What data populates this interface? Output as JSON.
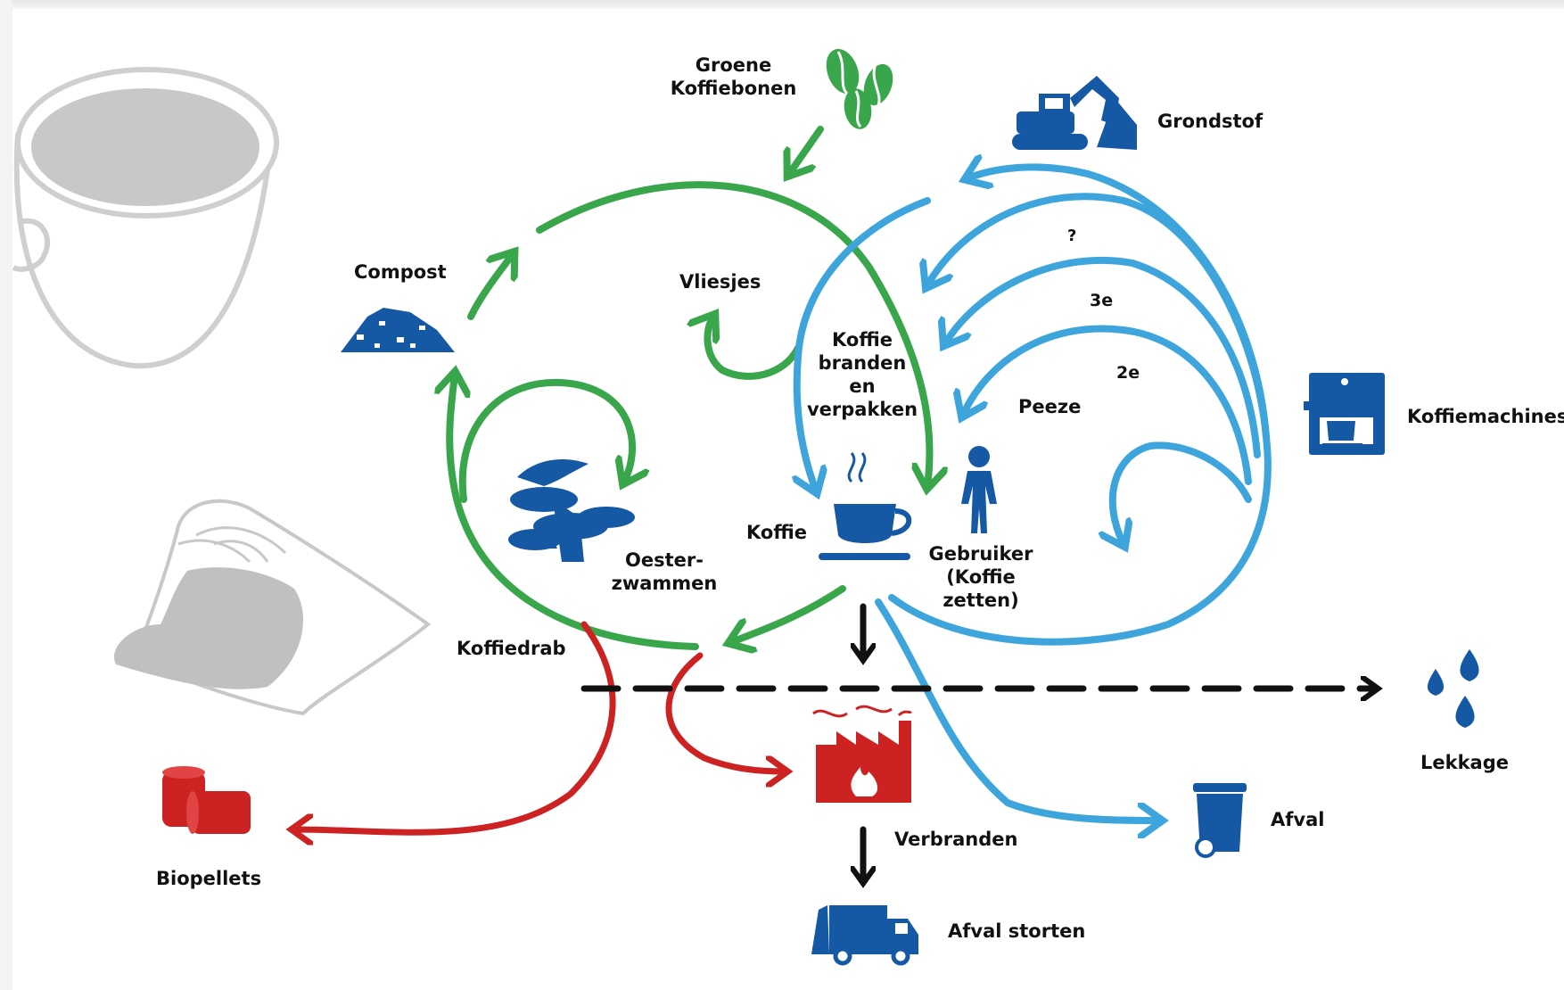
{
  "labels": {
    "groene_koffiebonen": "Groene\nKoffiebonen",
    "grondstof": "Grondstof",
    "compost": "Compost",
    "vliesjes": "Vliesjes",
    "koffie_branden": "Koffie\nbranden\nen\nverpakken",
    "question": "?",
    "third": "3e",
    "second": "2e",
    "peeze": "Peeze",
    "koffiemachines": "Koffiemachines",
    "koffie": "Koffie",
    "gebruiker": "Gebruiker\n(Koffie zetten)",
    "oesterzwammen": "Oester-\nzwammen",
    "koffiedrab": "Koffiedrab",
    "lekkage": "Lekkage",
    "afval": "Afval",
    "verbranden": "Verbranden",
    "biopellets": "Biopellets",
    "afval_storten": "Afval storten"
  },
  "colors": {
    "green": "#3aa64c",
    "blue": "#3da5dc",
    "dark_blue": "#1558a4",
    "red": "#cc2222",
    "black": "#111111",
    "grey": "#c4c4c4"
  },
  "icons": [
    "coffee-cup-illustration",
    "coffee-bag-illustration",
    "coffee-beans-icon",
    "excavator-icon",
    "compost-pile-icon",
    "coffee-machine-icon",
    "oyster-mushroom-icon",
    "coffee-cup-icon",
    "person-icon",
    "water-drops-icon",
    "trash-bin-icon",
    "factory-fire-icon",
    "pellets-icon",
    "truck-icon"
  ]
}
